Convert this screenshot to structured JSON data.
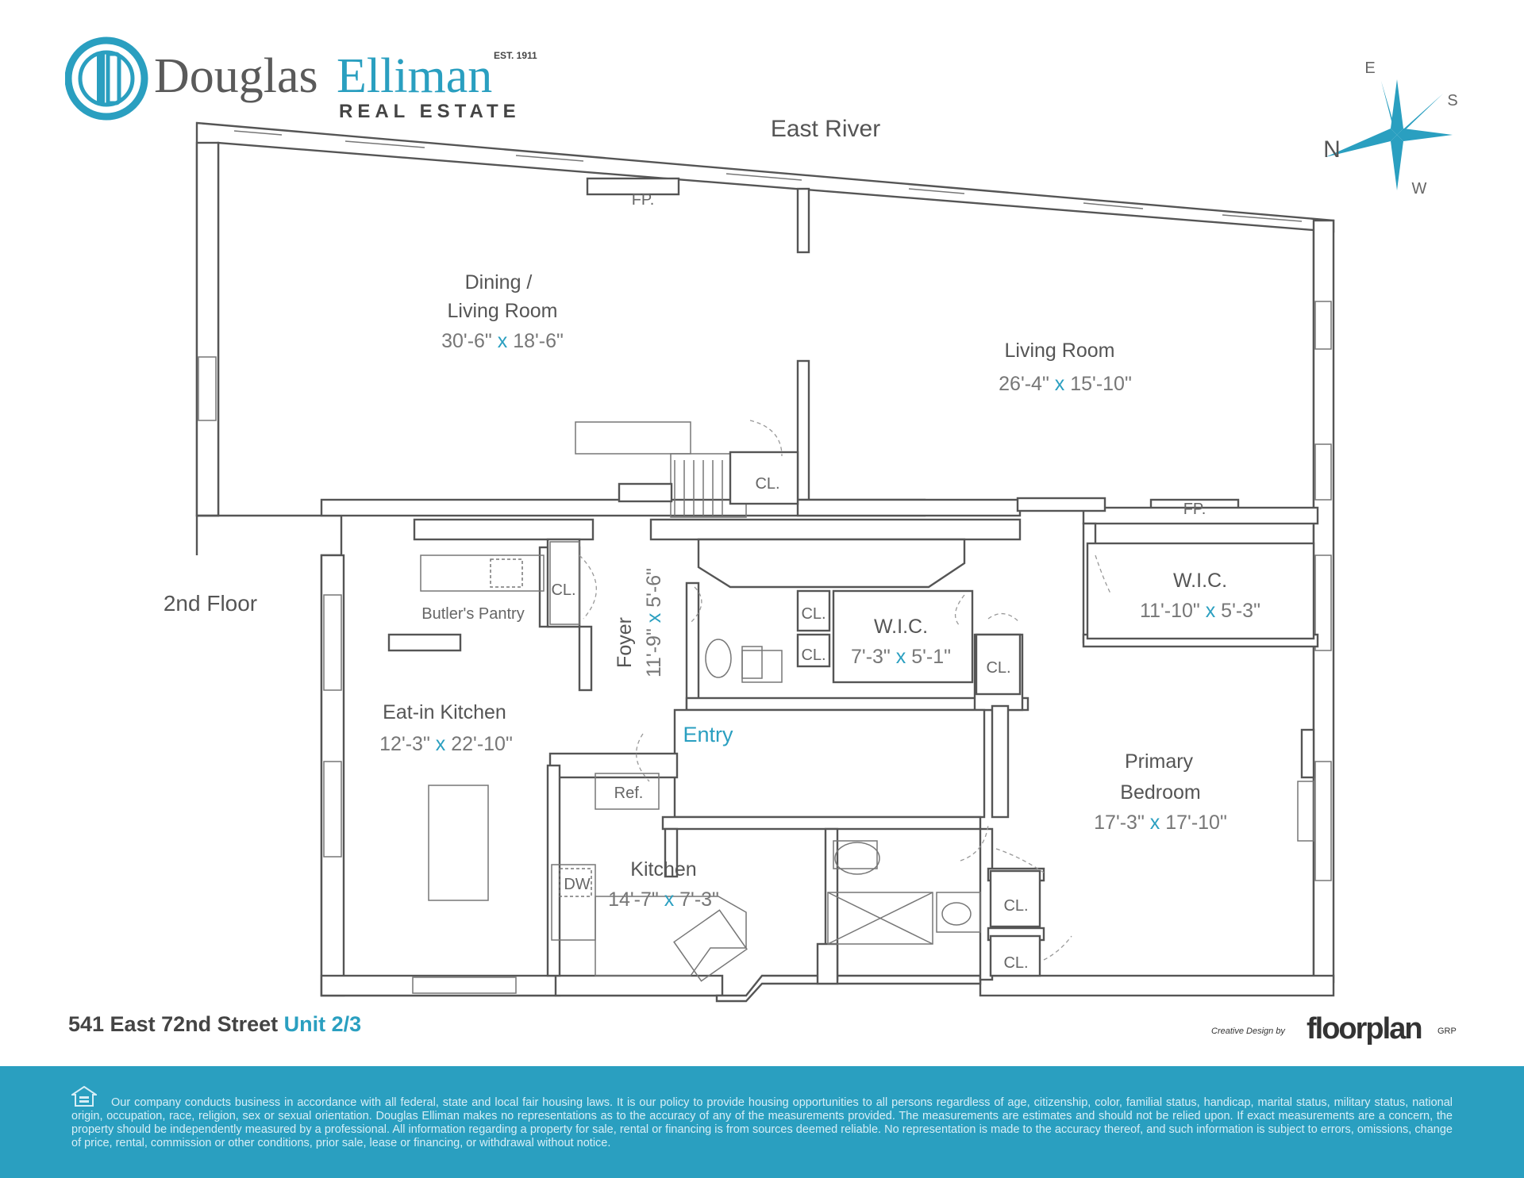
{
  "brand": {
    "name_part1": "Douglas",
    "name_part2": "Elliman",
    "established": "EST. 1911",
    "subtitle": "REAL ESTATE",
    "color": "#2a9fc0"
  },
  "plan": {
    "orientation_label": "East River",
    "floor_label": "2nd Floor",
    "compass": [
      "N",
      "E",
      "S",
      "W"
    ],
    "rooms": {
      "dining_living": {
        "name_line1": "Dining /",
        "name_line2": "Living Room",
        "dim_w": "30'-6\"",
        "dim_h": "18'-6\""
      },
      "living": {
        "name": "Living Room",
        "dim_w": "26'-4\"",
        "dim_h": "15'-10\""
      },
      "eat_in_kitchen": {
        "name": "Eat-in Kitchen",
        "dim_w": "12'-3\"",
        "dim_h": "22'-10\""
      },
      "butlers_pantry": {
        "name": "Butler's Pantry"
      },
      "foyer": {
        "name": "Foyer",
        "dim_w": "11'-9\"",
        "dim_h": "5'-6\""
      },
      "wic_center": {
        "name": "W.I.C.",
        "dim_w": "7'-3\"",
        "dim_h": "5'-1\""
      },
      "wic_right": {
        "name": "W.I.C.",
        "dim_w": "11'-10\"",
        "dim_h": "5'-3\""
      },
      "primary_bedroom": {
        "name_line1": "Primary",
        "name_line2": "Bedroom",
        "dim_w": "17'-3\"",
        "dim_h": "17'-10\""
      },
      "kitchen": {
        "name": "Kitchen",
        "dim_w": "14'-7\"",
        "dim_h": "7'-3\""
      },
      "entry": {
        "name": "Entry"
      }
    },
    "closet_label": "CL.",
    "fireplace_label": "FP.",
    "refrigerator_label": "Ref.",
    "dishwasher_label": "DW",
    "times_symbol": "x"
  },
  "footer": {
    "address": "541 East 72nd Street",
    "unit": "Unit 2/3",
    "credit_prefix": "Creative Design by",
    "credit_brand": "floorplan",
    "credit_suffix": "GRP",
    "disclaimer": "Our company conducts business in accordance with all federal, state and local fair housing laws. It is our policy to provide housing opportunities to all persons regardless of age, citizenship, color, familial status, handicap, marital status, military status, national origin, occupation, race, religion, sex or sexual orientation. Douglas Elliman makes no representations as to the accuracy of any of the measurements provided. The measurements are estimates and should not be relied upon. If exact measurements are a concern, the property should be independently measured by a professional. All information regarding a property for sale, rental or financing is from sources deemed reliable. No representation is made to the accuracy thereof, and such information is subject to errors, omissions, change of price, rental, commission or other conditions, prior sale, lease or financing, or withdrawal without notice.",
    "band_color": "#2a9fc0"
  }
}
